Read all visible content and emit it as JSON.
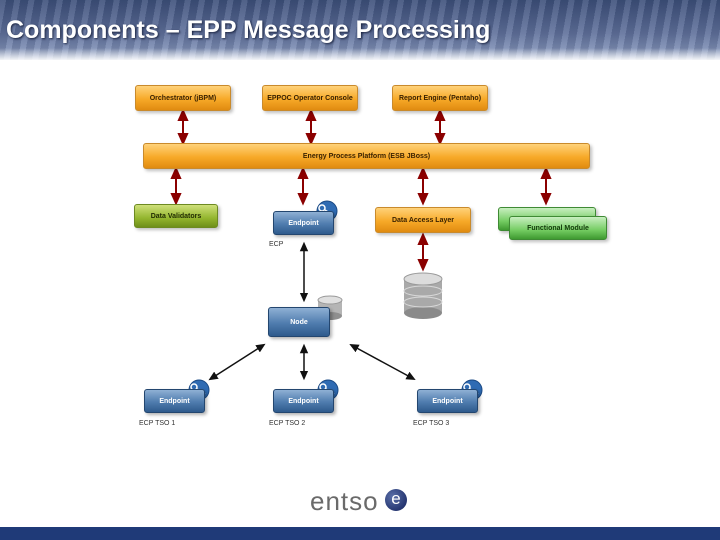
{
  "title": "Components – EPP Message Processing",
  "top_boxes": [
    "Orchestrator (jBPM)",
    "EPPOC Operator Console",
    "Report Engine (Pentaho)"
  ],
  "platform": "Energy Process Platform (ESB JBoss)",
  "data_validators": "Data Validators",
  "endpoint_label": "Endpoint",
  "ecp_caption": "ECP",
  "data_access_layer": "Data Access Layer",
  "functional_module": "Functional Module",
  "node_label": "Node",
  "bottom_endpoints": [
    {
      "label": "Endpoint",
      "caption": "ECP TSO 1"
    },
    {
      "label": "Endpoint",
      "caption": "ECP TSO 2"
    },
    {
      "label": "Endpoint",
      "caption": "ECP TSO 3"
    }
  ],
  "logo": {
    "text": "entso",
    "e": "e"
  },
  "colors": {
    "header": "#3c4f7a",
    "orange": "#f7a928",
    "blue": "#4f7cae",
    "arrow_red": "#8b0000",
    "bar": "#1f3a78"
  }
}
